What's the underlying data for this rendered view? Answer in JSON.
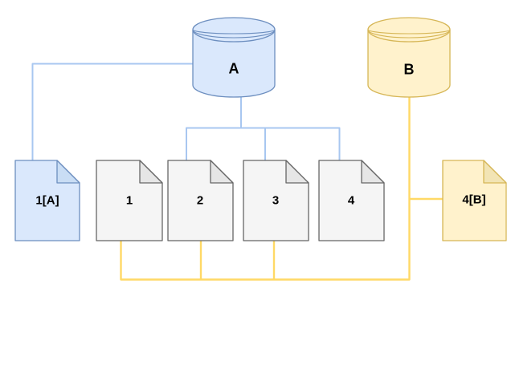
{
  "diagram": {
    "cylinders": [
      {
        "id": "A",
        "label": "A",
        "color_scheme": "blue"
      },
      {
        "id": "B",
        "label": "B",
        "color_scheme": "yellow"
      }
    ],
    "documents": [
      {
        "id": "1[A]",
        "label": "1[A]",
        "color_scheme": "blue"
      },
      {
        "id": "1",
        "label": "1",
        "color_scheme": "gray"
      },
      {
        "id": "2",
        "label": "2",
        "color_scheme": "gray"
      },
      {
        "id": "3",
        "label": "3",
        "color_scheme": "gray"
      },
      {
        "id": "4",
        "label": "4",
        "color_scheme": "gray"
      },
      {
        "id": "4[B]",
        "label": "4[B]",
        "color_scheme": "yellow"
      }
    ],
    "connections": [
      {
        "from": "A",
        "to": "1[A]",
        "color": "blue"
      },
      {
        "from": "A",
        "to": "2",
        "color": "blue"
      },
      {
        "from": "A",
        "to": "3",
        "color": "blue"
      },
      {
        "from": "A",
        "to": "4",
        "color": "blue"
      },
      {
        "from": "B",
        "to": "4[B]",
        "color": "yellow"
      },
      {
        "from": "B",
        "to": "1",
        "color": "yellow"
      },
      {
        "from": "B",
        "to": "2",
        "color": "yellow"
      },
      {
        "from": "B",
        "to": "3",
        "color": "yellow"
      }
    ],
    "colors": {
      "background": "#ffffff",
      "blue_fill": "#dae8fc",
      "blue_stroke": "#6c8ebf",
      "blue_fold": "#c9ddf4",
      "blue_line": "#a8c7f0",
      "yellow_fill": "#fff2cc",
      "yellow_stroke": "#d6b656",
      "yellow_fold": "#f2e4b4",
      "yellow_line": "#ffd966",
      "gray_fill": "#f5f5f5",
      "gray_stroke": "#666666",
      "gray_fold": "#e6e6e6",
      "text": "#000000"
    }
  }
}
